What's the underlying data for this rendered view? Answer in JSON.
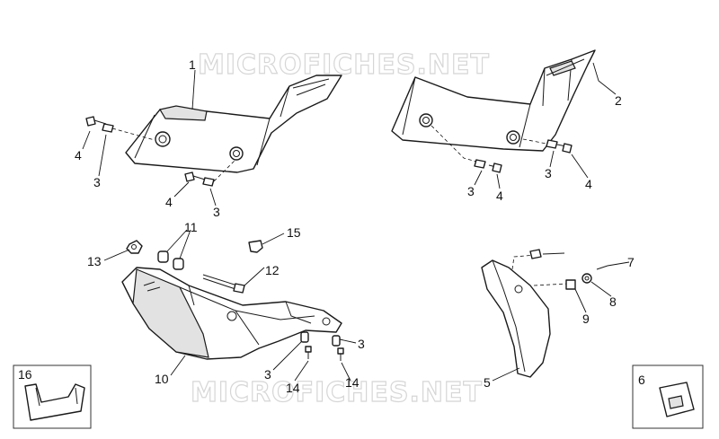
{
  "watermark": "MICROFICHES.NET",
  "callouts": {
    "c1": "1",
    "c2": "2",
    "c3": "3",
    "c4": "4",
    "c5": "5",
    "c6": "6",
    "c7": "7",
    "c8": "8",
    "c9": "9",
    "c10": "10",
    "c11": "11",
    "c12": "12",
    "c13": "13",
    "c14": "14",
    "c15": "15",
    "c16": "16"
  }
}
